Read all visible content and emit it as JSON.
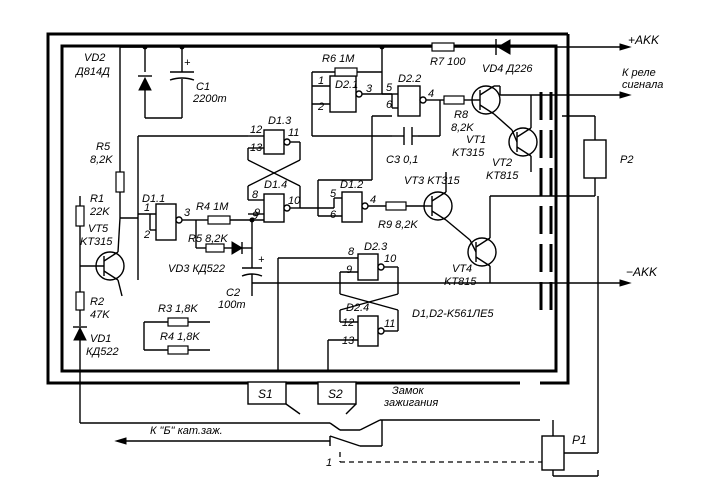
{
  "labels": {
    "vd2": "VD2",
    "vd2_type": "Д814Д",
    "c1": "C1",
    "c1_value": "2200m",
    "c1_plus": "+",
    "r6": "R6 1M",
    "d21": "D2.1",
    "d22": "D2.2",
    "r7": "R7 100",
    "vd4": "VD4 Д226",
    "plus_akk": "+AKK",
    "relay_to_1": "К реле",
    "relay_to_2": "сигнала",
    "r8": "R8",
    "r8_value": "8,2K",
    "vt1": "VT1",
    "vt1_type": "KT315",
    "vt2": "VT2",
    "vt2_type": "KT815",
    "c3": "C3 0,1",
    "p2": "P2",
    "d13": "D1.3",
    "d14": "D1.4",
    "r5a": "R5",
    "r5a_value": "8,2K",
    "r1": "R1",
    "r1_value": "22K",
    "vt5": "VT5",
    "vt5_type": "KT315",
    "d11": "D1.1",
    "r4_top": "R4 1M",
    "r5_mid": "R5 8,2K",
    "d12": "D1.2",
    "r9": "R9 8,2K",
    "vt3": "VT3 KT315",
    "vd3": "VD3 КД522",
    "c2": "C2",
    "c2_value": "100m",
    "c2_plus": "+",
    "d23": "D2.3",
    "vt4": "VT4",
    "vt4_type": "KT815",
    "minus_akk": "−AKK",
    "r2": "R2",
    "r2_value": "47K",
    "r3_low": "R3 1,8K",
    "r4_low": "R4 1,8K",
    "d24": "D2.4",
    "chips": "D1,D2-K561ЛЕ5",
    "vd1": "VD1",
    "vd1_type": "КД522",
    "s1": "S1",
    "s2": "S2",
    "lock_1": "Замок",
    "lock_2": "зажигания",
    "to_coil": "К \"Б\" кат.заж.",
    "p1": "P1"
  },
  "pins": {
    "d21_in_a": "1",
    "d21_in_b": "2",
    "d21_out": "3",
    "d22_in_a": "5",
    "d22_in_b": "6",
    "d22_out": "4",
    "d13_in_a": "12",
    "d13_in_b": "13",
    "d13_out": "11",
    "d14_in_a": "8",
    "d14_in_b": "9",
    "d14_out": "10",
    "d11_in_a": "1",
    "d11_in_b": "2",
    "d11_out": "3",
    "d11_r4_node": "9",
    "d12_in_a": "5",
    "d12_in_b": "6",
    "d12_out": "4",
    "d23_in_a": "8",
    "d23_in_b": "9",
    "d23_out": "10",
    "d24_in_a": "12",
    "d24_in_b": "13",
    "d24_out": "11",
    "p1_contact": "1"
  }
}
